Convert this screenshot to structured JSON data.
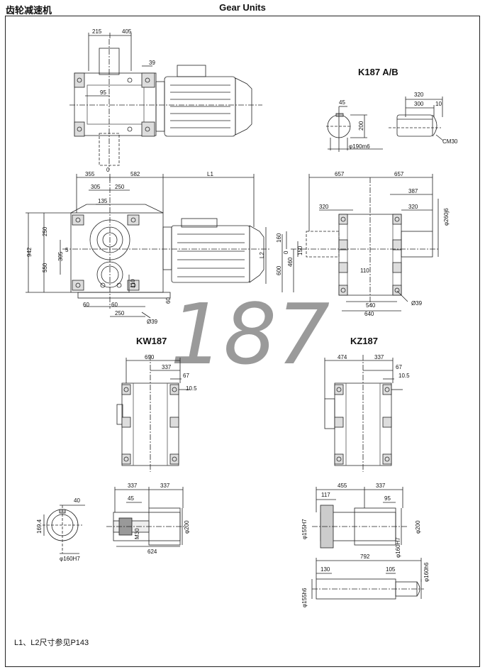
{
  "header": {
    "left_title": "齿轮减速机",
    "center_title": "Gear Units"
  },
  "watermark": "187",
  "views": {
    "k_ab": "K187  A/B",
    "kw": "KW187",
    "kz": "KZ187"
  },
  "footer_note": "L1、L2尺寸参见P143",
  "dims": {
    "top_215": "215",
    "top_405": "405",
    "top_39": "39",
    "top_95": "95",
    "sh_45": "45",
    "sh_200": "200",
    "sh_d190": "φ190m6",
    "key_320": "320",
    "key_300": "300",
    "key_10": "10",
    "key_cm30": "CM30",
    "f_0": "0",
    "f_355": "355",
    "f_582": "582",
    "f_L1": "L1",
    "f_305": "305",
    "f_250": "250",
    "f_135": "135",
    "f_250v": "250",
    "f_942": "942",
    "f_305v": "305",
    "f_5": "5",
    "f_550": "550",
    "f_110": "110",
    "f_L2": "L2",
    "f_60a": "60",
    "f_60b": "60",
    "f_250b": "250",
    "f_60c": "60",
    "f_d39": "Ø39",
    "s_657a": "657",
    "s_657b": "657",
    "s_387": "387",
    "s_320a": "320",
    "s_320b": "320",
    "s_d260": "φ260j6",
    "s_160": "160",
    "s_150": "150",
    "s_460": "460",
    "s_600": "600",
    "s_0": "0",
    "s_110": "110",
    "s_540": "540",
    "s_640": "640",
    "s_d39": "Ø39",
    "kw_690": "690",
    "kw_337": "337",
    "kw_67": "67",
    "kw_105": "10.5",
    "kz_474": "474",
    "kz_337": "337",
    "kz_67": "67",
    "kz_105": "10.5",
    "hs_40": "40",
    "hs_169": "169.4",
    "hs_d160": "φ160H7",
    "hw_337a": "337",
    "hw_337b": "337",
    "hw_45": "45",
    "hw_m30": "M30",
    "hw_d200": "φ200",
    "hw_624": "624",
    "hz_117": "117",
    "hz_455": "455",
    "hz_337": "337",
    "hz_95": "95",
    "hz_d155": "φ155H7",
    "hz_d160": "φ160H7",
    "hz_d200": "φ200",
    "sf_792": "792",
    "sf_130": "130",
    "sf_105": "105",
    "sf_d160": "φ160h6",
    "sf_d155": "φ155h6"
  }
}
